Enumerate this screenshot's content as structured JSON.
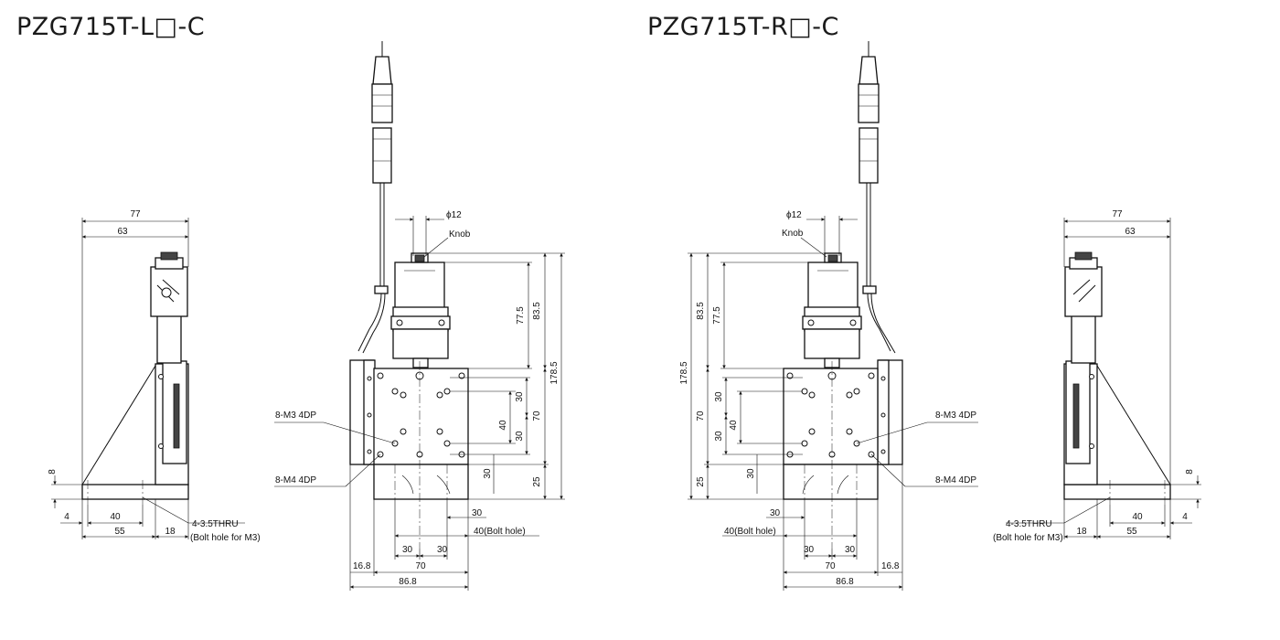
{
  "titles": {
    "left": "PZG715T-L□-C",
    "right": "PZG715T-R□-C"
  },
  "labels": {
    "knob": "Knob",
    "phi12": "ϕ12",
    "m3": "8-M3 4DP",
    "m4": "8-M4 4DP",
    "thru": "4-3.5THRU",
    "bolt_m3": "(Bolt hole for M3)",
    "bolt_hole40": "40(Bolt hole)"
  },
  "dims": {
    "d77": "77",
    "d63": "63",
    "d8": "8",
    "d4": "4",
    "d40": "40",
    "d55": "55",
    "d18": "18",
    "d30": "30",
    "d70": "70",
    "d16_8": "16.8",
    "d86_8": "86.8",
    "d77_5": "77.5",
    "d83_5": "83.5",
    "d178_5": "178.5",
    "d25": "25"
  }
}
